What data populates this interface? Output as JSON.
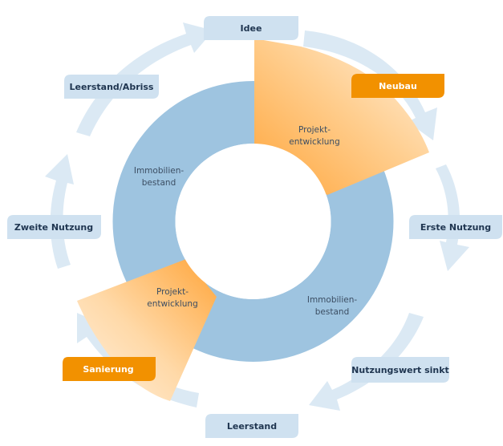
{
  "diagram": {
    "stages": [
      {
        "id": "idee",
        "label": "Idee",
        "highlight": false
      },
      {
        "id": "neubau",
        "label": "Neubau",
        "highlight": true
      },
      {
        "id": "erste-nutzung",
        "label": "Erste Nutzung",
        "highlight": false
      },
      {
        "id": "nutzungswert-sinkt",
        "label": "Nutzungswert sinkt",
        "highlight": false
      },
      {
        "id": "leerstand",
        "label": "Leerstand",
        "highlight": false
      },
      {
        "id": "sanierung",
        "label": "Sanierung",
        "highlight": true
      },
      {
        "id": "zweite-nutzung",
        "label": "Zweite Nutzung",
        "highlight": false
      },
      {
        "id": "leerstand-abriss",
        "label": "Leerstand/Abriss",
        "highlight": false
      }
    ],
    "ring_labels": {
      "projekt_top": {
        "line1": "Projekt-",
        "line2": "entwicklung"
      },
      "projekt_bottom": {
        "line1": "Projekt-",
        "line2": "entwicklung"
      },
      "bestand_left": {
        "line1": "Immobilien-",
        "line2": "bestand"
      },
      "bestand_right": {
        "line1": "Immobilien-",
        "line2": "bestand"
      }
    },
    "colors": {
      "ring_blue": "#9ec4e0",
      "arrow_light_blue": "#dbe9f4",
      "tag_blue": "#cfe1f0",
      "tag_orange": "#f29100",
      "sector_orange_dark": "#ffa53a",
      "sector_orange_light": "#fff1e0"
    }
  }
}
